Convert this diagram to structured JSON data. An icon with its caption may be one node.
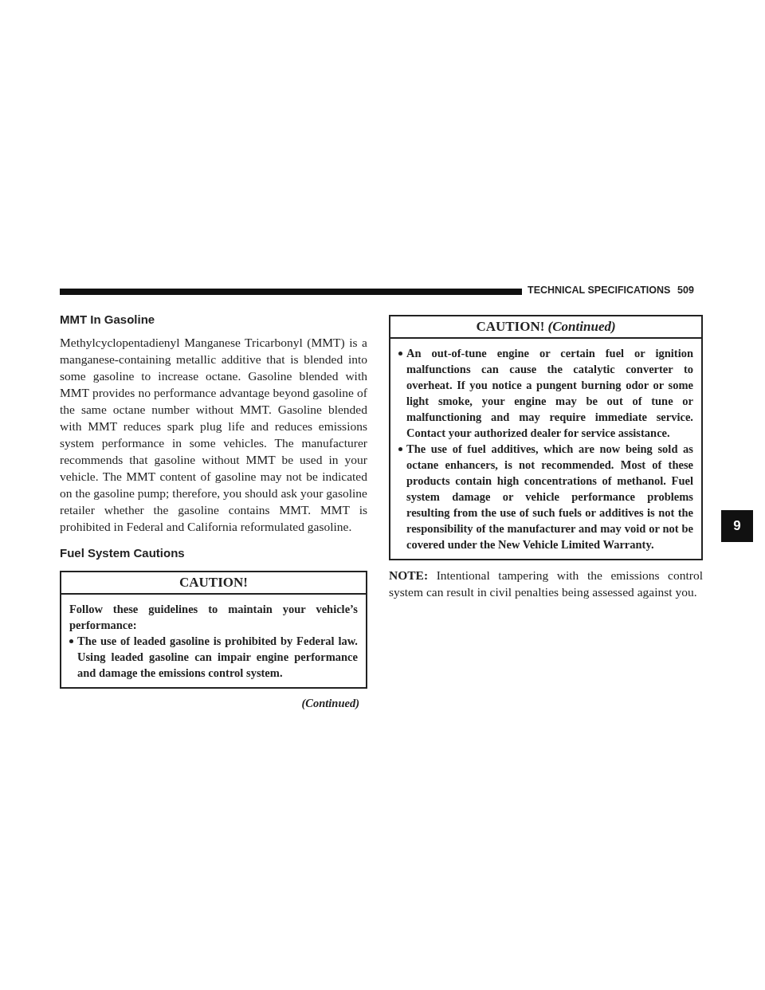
{
  "diagram": {
    "nodes": [
      {
        "text": [
          "CAUTION!",
          "Follow these guidelines to maintain your vehicle’s performance:",
          "The use of leaded gasoline is prohibited by Federal law. Using leaded gasoline can impair engine performance and damage the emissions control system."
        ]
      },
      {
        "text": [
          "CAUTION! *(Continued)*",
          "An out-of-tune engine or certain fuel or ignition malfunctions can cause the catalytic converter to overheat. If you notice a pungent burning odor or some light smoke, your engine may be out of tune or malfunctioning and may require immediate service. Contact your authorized dealer for service assistance.",
          "The use of fuel additives, which are now being sold as octane enhancers, is not recommended. Most of these products contain high concentrations of methanol. Fuel system damage or vehicle performance problems resulting from the use of such fuels or additives is not the responsibility of the manufacturer and may void or not be covered under the New Vehicle Limited Warranty."
        ]
      }
    ],
    "edges": [],
    "labels": [
      "TECHNICAL SPECIFICATIONS",
      "509",
      "MMT In Gasoline",
      "Methylcyclopentadienyl Manganese Tricarbonyl (MMT) is a manganese-containing metallic additive that is blended into some gasoline to increase octane. Gasoline blended with MMT provides no performance advantage beyond gasoline of the same octane number without MMT. Gasoline blended with MMT reduces spark plug life and reduces emissions system performance in some vehicles. The manufacturer recommends that gasoline without MMT be used in your vehicle. The MMT content of gasoline may not be indicated on the gasoline pump; therefore, you should ask your gasoline retailer whether the gasoline contains MMT. MMT is prohibited in Federal and California reformulated gasoline.",
      "Fuel System Cautions",
      "(Continued)",
      "**NOTE:** Intentional tampering with the emissions control system can result in civil penalties being assessed against you.",
      "9"
    ]
  }
}
